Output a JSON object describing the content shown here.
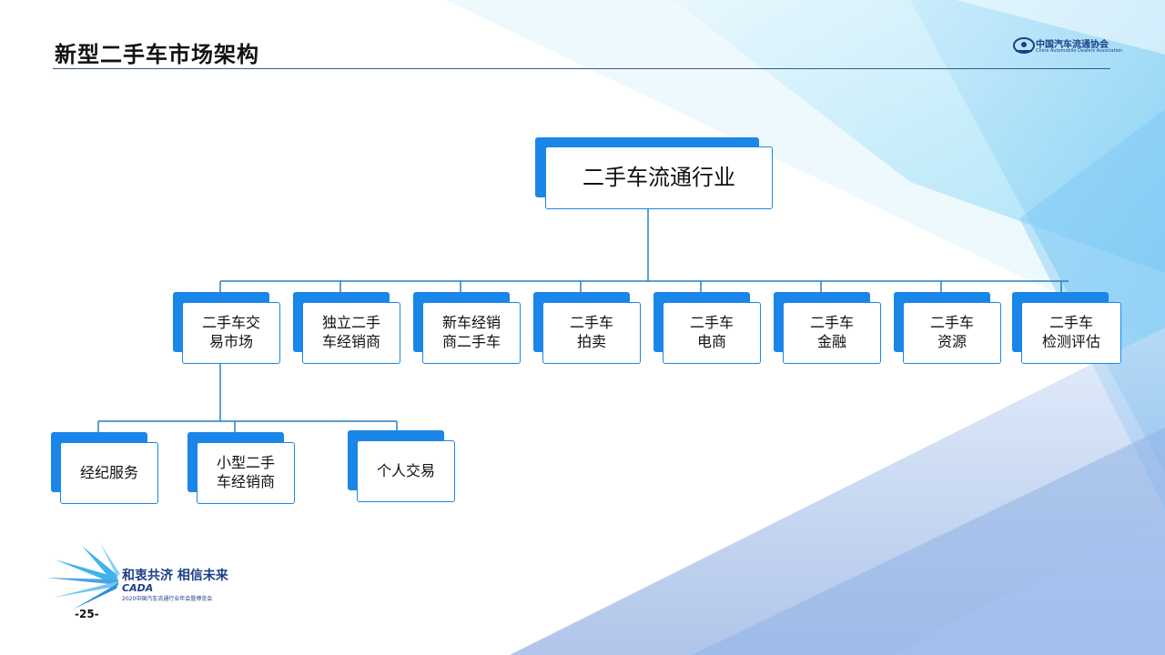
{
  "slide": {
    "title": "新型二手车市场架构",
    "page_number": "-25-"
  },
  "logo": {
    "name_zh": "中国汽车流通协会",
    "name_en": "China Automobile Dealers Association"
  },
  "footer": {
    "slogan": "和衷共济 相信未来",
    "brand": "CADA",
    "expo_line": "2020中国汽车流通行业年会暨博览会"
  },
  "diagram": {
    "root": "二手车流通行业",
    "level1": [
      "二手车交\n易市场",
      "独立二手\n车经销商",
      "新车经销\n商二手车",
      "二手车\n拍卖",
      "二手车\n电商",
      "二手车\n金融",
      "二手车\n资源",
      "二手车\n检测评估"
    ],
    "level2": [
      "经纪服务",
      "小型二手\n车经销商",
      "个人交易"
    ]
  },
  "colors": {
    "accent": "#1a86e8",
    "connector": "#2a7fc0",
    "title_rule": "#3a5a8c"
  }
}
